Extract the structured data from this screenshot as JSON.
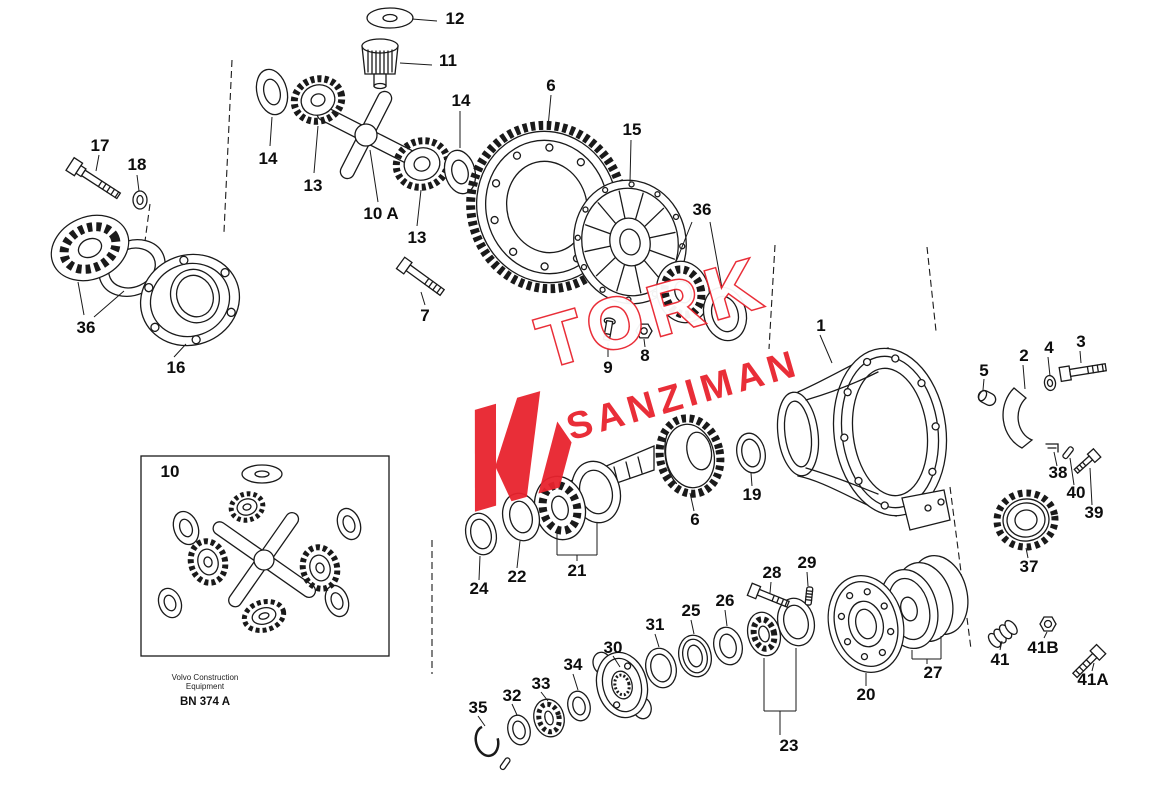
{
  "colors": {
    "ink": "#1a1a1a",
    "watermark_red": "#e8232e",
    "background": "#ffffff"
  },
  "watermark": {
    "brand_top": "TORK",
    "brand_bottom": "SANZIMAN",
    "color": "#e8232e"
  },
  "footer": {
    "line1": "Volvo Construction",
    "line2": "Equipment",
    "doc_code": "BN 374 A"
  },
  "callouts": [
    {
      "text": "12"
    },
    {
      "text": "11"
    },
    {
      "text": "14"
    },
    {
      "text": "13"
    },
    {
      "text": "10 A"
    },
    {
      "text": "14"
    },
    {
      "text": "13"
    },
    {
      "text": "6"
    },
    {
      "text": "15"
    },
    {
      "text": "36"
    },
    {
      "text": "17"
    },
    {
      "text": "18"
    },
    {
      "text": "36"
    },
    {
      "text": "16"
    },
    {
      "text": "7"
    },
    {
      "text": "9"
    },
    {
      "text": "8"
    },
    {
      "text": "1"
    },
    {
      "text": "5"
    },
    {
      "text": "2"
    },
    {
      "text": "4"
    },
    {
      "text": "3"
    },
    {
      "text": "19"
    },
    {
      "text": "6"
    },
    {
      "text": "38"
    },
    {
      "text": "40"
    },
    {
      "text": "39"
    },
    {
      "text": "37"
    },
    {
      "text": "24"
    },
    {
      "text": "22"
    },
    {
      "text": "21"
    },
    {
      "text": "28"
    },
    {
      "text": "29"
    },
    {
      "text": "20"
    },
    {
      "text": "27"
    },
    {
      "text": "31"
    },
    {
      "text": "25"
    },
    {
      "text": "26"
    },
    {
      "text": "30"
    },
    {
      "text": "34"
    },
    {
      "text": "33"
    },
    {
      "text": "32"
    },
    {
      "text": "35"
    },
    {
      "text": "23"
    },
    {
      "text": "41"
    },
    {
      "text": "41B"
    },
    {
      "text": "41A"
    },
    {
      "text": "10"
    }
  ]
}
